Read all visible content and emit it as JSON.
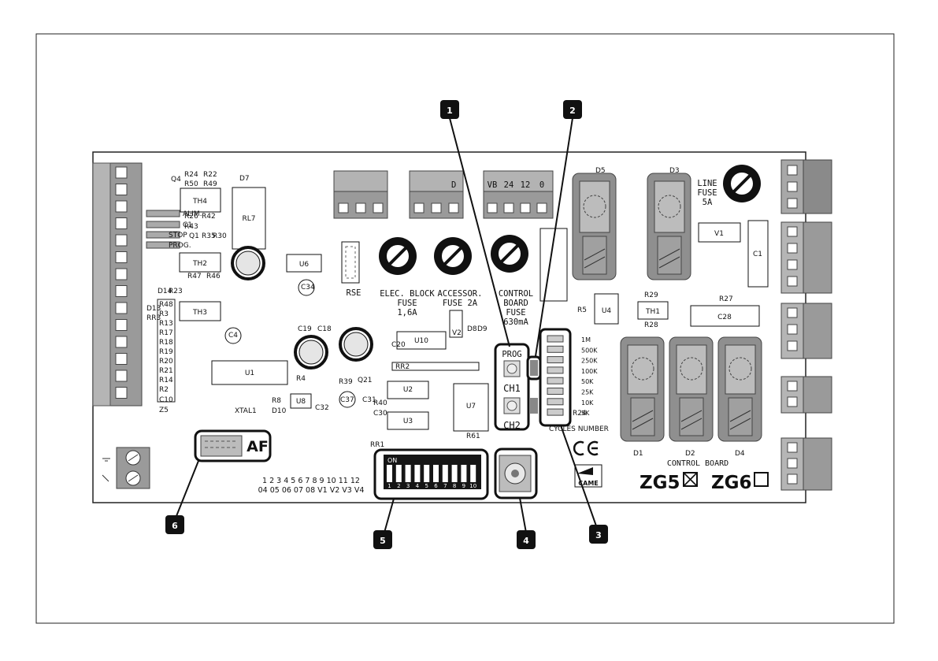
{
  "board": {
    "name": "CONTROL BOARD",
    "model_a": "ZG5",
    "model_b": "ZG6",
    "brand": "CAME"
  },
  "terminals": {
    "top2": "D",
    "top3": [
      "VB",
      "24",
      "12",
      "0"
    ]
  },
  "fuses": [
    {
      "lines": [
        "ELEC. BLOCK",
        "FUSE",
        "1,6A"
      ]
    },
    {
      "lines": [
        "ACCESSOR.",
        "FUSE 2A"
      ]
    },
    {
      "lines": [
        "CONTROL",
        "BOARD",
        "FUSE",
        "630mA"
      ]
    }
  ],
  "line_fuse": [
    "LINE",
    "FUSE",
    "5A"
  ],
  "leds": [
    "ALIM.",
    "C1",
    "STOP",
    "PROG."
  ],
  "buttons": {
    "prog": "PROG",
    "ch1": "CH1",
    "ch2": "CH2"
  },
  "dip": {
    "on_label": "ON",
    "numbers": [
      "1",
      "2",
      "3",
      "4",
      "5",
      "6",
      "7",
      "8",
      "9",
      "10"
    ]
  },
  "cycles": {
    "title": "CYCLES NUMBER",
    "values": [
      "1M",
      "500K",
      "250K",
      "100K",
      "50K",
      "25K",
      "10K",
      "5K"
    ]
  },
  "connector_af": "AF",
  "rse": "RSE",
  "pin_row1": "1 2 3 4 5 6 7 8 9 10 11 12",
  "pin_row2": "04 05 06 07 08  V1 V2 V3 V4",
  "components": {
    "R24": "R24",
    "R22": "R22",
    "R50": "R50",
    "R49": "R49",
    "D7": "D7",
    "Q4": "Q4",
    "TH4": "TH4",
    "RL7": "RL7",
    "R26": "R26",
    "R42": "R42",
    "R43": "R43",
    "Q1": "Q1",
    "R35": "R35",
    "R30": "R30",
    "TH2": "TH2",
    "U6": "U6",
    "R47": "R47",
    "R46": "R46",
    "C34": "C34",
    "D14": "D14",
    "R23": "R23",
    "R48": "R48",
    "R3": "R3",
    "R13": "R13",
    "R17": "R17",
    "R18": "R18",
    "R19": "R19",
    "R20": "R20",
    "R21": "R21",
    "R14": "R14",
    "R2": "R2",
    "C10": "C10",
    "Z5": "Z5",
    "D13": "D13",
    "RR3": "RR3",
    "TH3": "TH3",
    "U1": "U1",
    "R4": "R4",
    "C4": "C4",
    "XTAL1": "XTAL1",
    "U8": "U8",
    "R8": "R8",
    "D10": "D10",
    "C32": "C32",
    "C37": "C37",
    "R39": "R39",
    "Q21": "Q21",
    "U2": "U2",
    "C31": "C31",
    "R40": "R40",
    "C30": "C30",
    "U3": "U3",
    "U7": "U7",
    "RR2": "RR2",
    "U10": "U10",
    "C20": "C20",
    "V2": "V2",
    "D8": "D8",
    "D9": "D9",
    "C19": "C19",
    "C18": "C18",
    "R61": "R61",
    "RR1": "RR1",
    "D5": "D5",
    "D3": "D3",
    "V1": "V1",
    "C1": "C1",
    "U4": "U4",
    "R29": "R29",
    "TH1": "TH1",
    "R28": "R28",
    "R27": "R27",
    "C28": "C28",
    "R5": "R5",
    "D1": "D1",
    "D2": "D2",
    "D4": "D4",
    "R24b": "R24"
  },
  "callouts": [
    "1",
    "2",
    "3",
    "4",
    "5",
    "6"
  ]
}
